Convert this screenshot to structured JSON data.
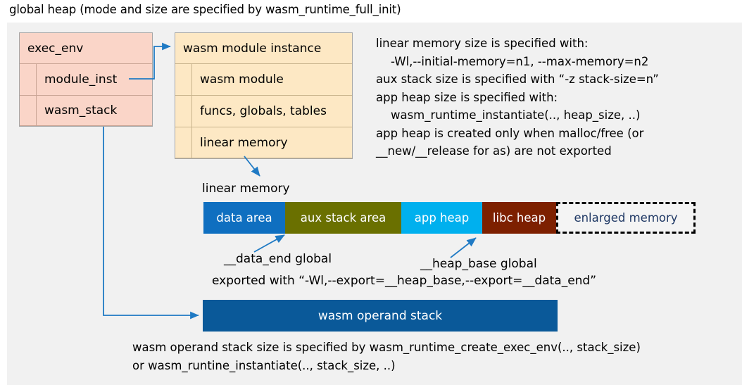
{
  "title": "global heap (mode and size are specified by wasm_runtime_full_init)",
  "colors": {
    "panel_bg": "#f1f1f1",
    "exec_env_fill": "#fad5c8",
    "module_instance_fill": "#fde8c4",
    "data_area": "#0f6fc0",
    "aux_stack_area": "#6a7000",
    "app_heap": "#00b0ee",
    "libc_heap": "#7d2000",
    "enlarged_memory_text": "#1f3864",
    "operand_stack": "#0a5999",
    "connector": "#1f7ac4"
  },
  "exec_env": {
    "header": "exec_env",
    "fields": [
      {
        "label": "module_inst"
      },
      {
        "label": "wasm_stack"
      }
    ]
  },
  "module_instance": {
    "header": "wasm module instance",
    "fields": [
      {
        "label": "wasm module"
      },
      {
        "label": "funcs, globals, tables"
      },
      {
        "label": "linear memory"
      }
    ]
  },
  "notes": {
    "right": "linear memory size is specified with:\n    -Wl,--initial-memory=n1, --max-memory=n2\naux stack size is specified with “-z stack-size=n”\napp heap size is specified with:\n    wasm_runtime_instantiate(.., heap_size, ..)\napp heap is created only when malloc/free (or\n__new/__release for as) are not exported",
    "bottom": "wasm operand stack size is specified by wasm_runtime_create_exec_env(.., stack_size)\nor wasm_runtine_instantiate(.., stack_size, ..)"
  },
  "linear_memory": {
    "caption": "linear memory",
    "segments": [
      {
        "label": "data area",
        "color": "#0f6fc0",
        "width": 116,
        "dashed": false
      },
      {
        "label": "aux stack area",
        "color": "#6a7000",
        "width": 165,
        "dashed": false
      },
      {
        "label": "app heap",
        "color": "#00b0ee",
        "width": 115,
        "dashed": false
      },
      {
        "label": "libc heap",
        "color": "#7d2000",
        "width": 105,
        "dashed": false
      },
      {
        "label": "enlarged memory",
        "color": "#f4f4f4",
        "width": 198,
        "dashed": true
      }
    ]
  },
  "annotations": {
    "data_end": "__data_end global",
    "heap_base": "__heap_base global",
    "exported_with": "exported with “-Wl,--export=__heap_base,--export=__data_end”"
  },
  "operand_stack": {
    "label": "wasm operand stack"
  }
}
